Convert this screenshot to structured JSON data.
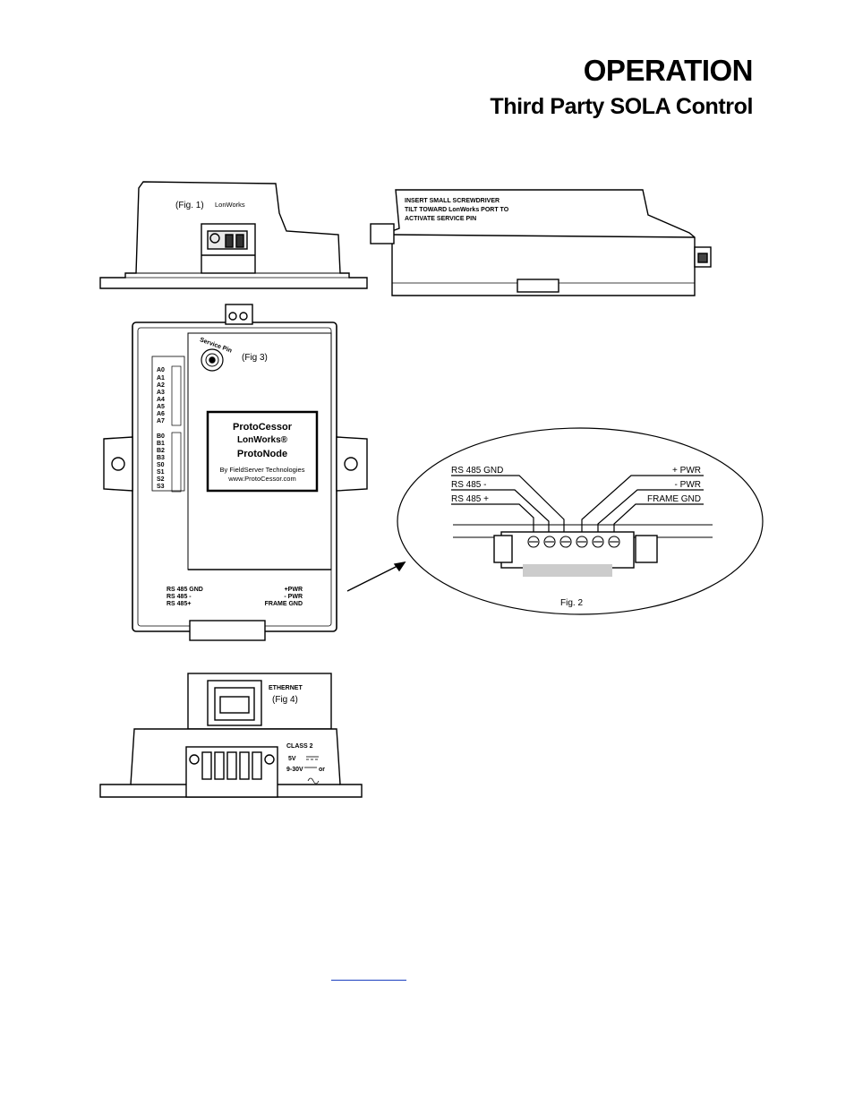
{
  "header": {
    "title": "OPERATION",
    "subtitle": "Third Party SOLA Control"
  },
  "fig1": {
    "label": "(Fig. 1)",
    "port_label": "LonWorks",
    "instruction_line1": "INSERT SMALL SCREWDRIVER",
    "instruction_line2": "TILT TOWARD LonWorks PORT TO",
    "instruction_line3": "ACTIVATE SERVICE PIN"
  },
  "fig3": {
    "label": "(Fig 3)",
    "service_pin": "Service Pin",
    "dip_a": [
      "A0",
      "A1",
      "A2",
      "A3",
      "A4",
      "A5",
      "A6",
      "A7"
    ],
    "dip_b": [
      "B0",
      "B1",
      "B2",
      "B3",
      "S0",
      "S1",
      "S2",
      "S3"
    ],
    "logo_line1": "ProtoCessor",
    "logo_line2": "LonWorks®",
    "logo_line3": "ProtoNode",
    "logo_line4": "By FieldServer Technologies",
    "logo_line5": "www.ProtoCessor.com",
    "left_terms": [
      "RS 485 GND",
      "RS 485 -",
      "RS 485+"
    ],
    "right_terms": [
      "+PWR",
      "- PWR",
      "FRAME GND"
    ]
  },
  "fig2": {
    "label": "Fig. 2",
    "left_terms": [
      "RS 485 GND",
      "RS 485 -",
      "RS 485 +"
    ],
    "right_terms": [
      "+ PWR",
      "- PWR",
      "FRAME GND"
    ]
  },
  "fig4": {
    "label": "(Fig 4)",
    "port": "ETHERNET",
    "class": "CLASS 2",
    "v1": "5V",
    "v2": "9-30V",
    "or": "or"
  }
}
